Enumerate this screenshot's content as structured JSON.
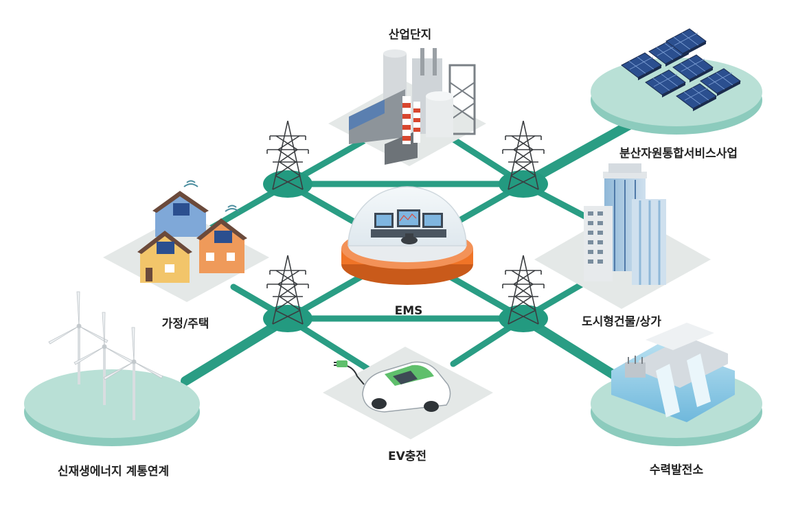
{
  "colors": {
    "line": "#2a9d84",
    "node": "#239a80",
    "disc": "#b9e0d6",
    "disc_edge": "#8ccbbd",
    "tile": "#e4e8e7",
    "ems_ring": "#f07427",
    "house_blue": "#7fa8d8",
    "house_yellow": "#f2c56a",
    "house_orange": "#ef9a5a",
    "ev_green": "#5fbf6c"
  },
  "labels": {
    "industrial": "산업단지",
    "distributed": "분산자원통합서비스사업",
    "home": "가정/주택",
    "ems": "EMS",
    "building": "도시형건물/상가",
    "renewable": "신재생에너지 계통연계",
    "ev": "EV충전",
    "hydro": "수력발전소"
  },
  "icons": {
    "tower": "transmission-tower-icon",
    "factory": "factory-icon",
    "solar": "solar-panel-icon",
    "houses": "houses-icon",
    "control_room": "control-room-icon",
    "buildings": "office-buildings-icon",
    "wind": "wind-turbine-icon",
    "car": "electric-car-icon",
    "dam": "hydro-dam-icon"
  }
}
